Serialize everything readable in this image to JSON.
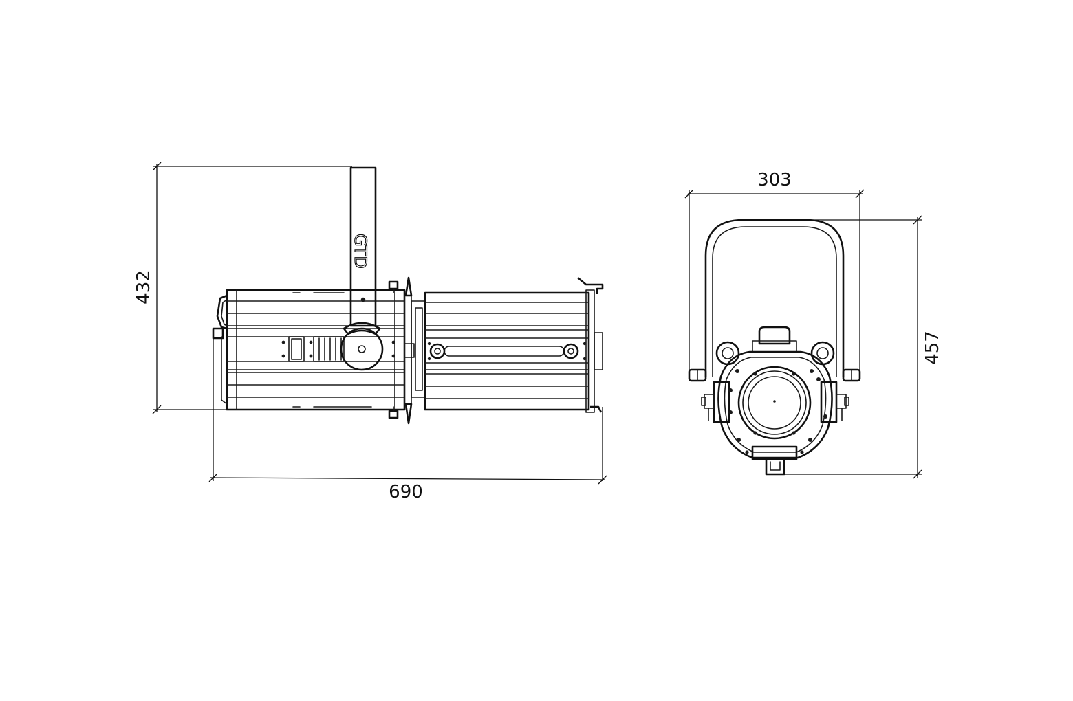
{
  "dimensions": {
    "height_side": "432",
    "length_side": "690",
    "width_front": "303",
    "height_front": "457"
  },
  "branding": {
    "yoke_text": "GTD"
  },
  "colors": {
    "line": "#1a1a1a",
    "background": "#ffffff"
  }
}
